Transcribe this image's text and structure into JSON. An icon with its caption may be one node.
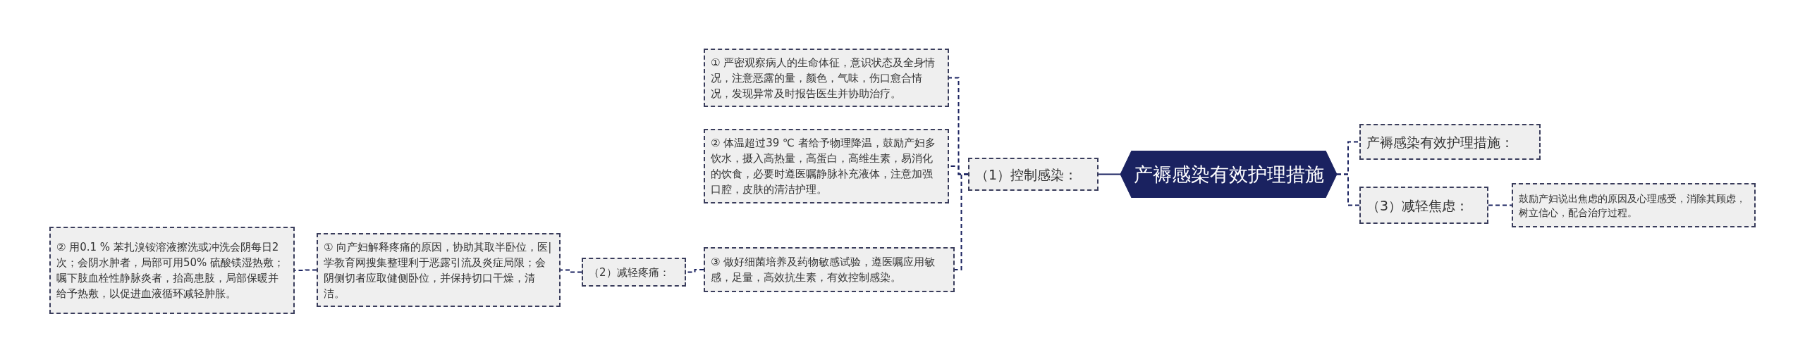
{
  "diagram": {
    "nodes": [
      {
        "text": [
          "产褥感染有效护理措施"
        ]
      },
      {
        "text": [
          "（1）控制感染："
        ]
      },
      {
        "text": [
          "① 严密观察病人的生命体征，意识状态及全身情况，注意恶露的量，颜色，气味，伤口愈合情况，发现异常及时报告医生并协助治疗。"
        ]
      },
      {
        "text": [
          "② 体温超过39 ℃ 者给予物理降温，鼓励产妇多饮水，摄入高热量，高蛋白，高维生素，易消化的饮食，必要时遵医嘱静脉补充液体，注意加强口腔，皮肤的清洁护理。"
        ]
      },
      {
        "text": [
          "③ 做好细菌培养及药物敏感试验，遵医嘱应用敏感，足量，高效抗生素，有效控制感染。"
        ]
      },
      {
        "text": [
          "（2）减轻疼痛："
        ]
      },
      {
        "text": [
          "① 向产妇解释疼痛的原因，协助其取半卧位，医|学教育网搜集整理利于恶露引流及炎症局限；会阴侧切者应取健侧卧位，并保持切口干燥，清洁。"
        ]
      },
      {
        "text": [
          "② 用0.1 % 苯扎溴铵溶液擦洗或冲洗会阴每日2 次；会阴水肿者，局部可用50% 硫酸镁湿热敷；嘱下肢血栓性静脉炎者，抬高患肢，局部保暖并给予热敷，以促进血液循环减轻肿胀。"
        ]
      },
      {
        "text": [
          "产褥感染有效护理措施："
        ]
      },
      {
        "text": [
          "（3）减轻焦虑："
        ]
      },
      {
        "text": [
          "鼓励产妇说出焦虑的原因及心理感受，消除其顾虑，树立信心，配合治疗过程。"
        ]
      }
    ],
    "edges": [
      {
        "from": 0,
        "to": 1,
        "arrow": "none"
      },
      {
        "from": 1,
        "to": 2,
        "arrow": "none",
        "style": "dashed"
      },
      {
        "from": 1,
        "to": 3,
        "arrow": "none",
        "style": "dashed"
      },
      {
        "from": 1,
        "to": 4,
        "arrow": "none",
        "style": "dashed"
      },
      {
        "from": 4,
        "to": 5,
        "arrow": "none",
        "style": "dashed"
      },
      {
        "from": 5,
        "to": 6,
        "arrow": "none",
        "style": "dashed"
      },
      {
        "from": 6,
        "to": 7,
        "arrow": "none",
        "style": "dashed"
      },
      {
        "from": 0,
        "to": 8,
        "arrow": "none",
        "style": "dashed"
      },
      {
        "from": 0,
        "to": 9,
        "arrow": "none",
        "style": "dashed"
      },
      {
        "from": 9,
        "to": 10,
        "arrow": "none",
        "style": "dashed"
      }
    ]
  }
}
